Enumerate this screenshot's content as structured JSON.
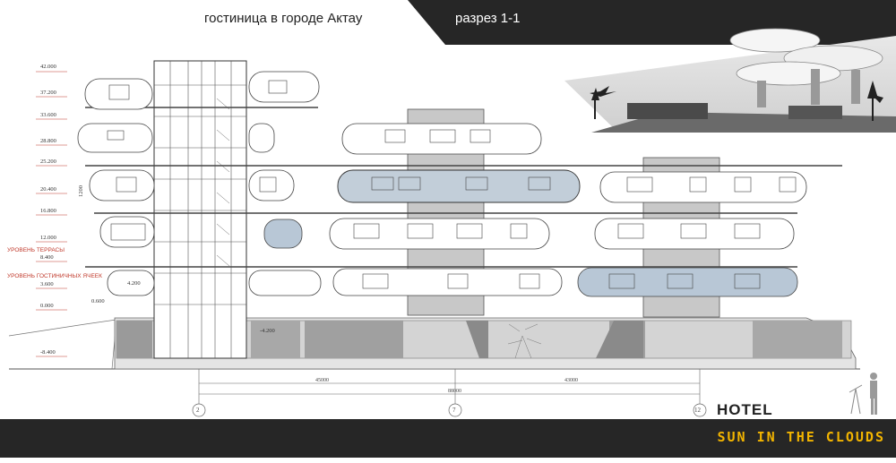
{
  "header": {
    "title": "гостиница в городе Актау",
    "section": "разрез 1-1"
  },
  "levels": [
    {
      "label": "42.000"
    },
    {
      "label": "37.200"
    },
    {
      "label": "33.600"
    },
    {
      "label": "28.800"
    },
    {
      "label": "25.200"
    },
    {
      "label": "20.400"
    },
    {
      "label": "16.800"
    },
    {
      "label": "12.000"
    },
    {
      "label": "8.400"
    },
    {
      "label": "3.600"
    },
    {
      "label": "0.000"
    },
    {
      "label": "-8.400"
    }
  ],
  "annotations": {
    "terrace": "УРОВЕНЬ ТЕРРАСЫ",
    "cells": "УРОВЕНЬ ГОСТИНИЧНЫХ ЯЧЕЕК",
    "mark_4200": "4.200",
    "mark_0600": "0.600",
    "mark_neg4200": "-4.200",
    "mark_1200": "1200"
  },
  "dimensions": {
    "left_span": "45000",
    "right_span": "43000",
    "total_span": "88000"
  },
  "axes": [
    "2",
    "7",
    "12"
  ],
  "footer": {
    "hotel": "HOTEL",
    "tagline": "SUN IN THE CLOUDS"
  },
  "colors": {
    "dark_band": "#262626",
    "accent_yellow": "#f2b400",
    "level_red": "#c0392b",
    "blue_capsule": "#b8c7d6",
    "grey_core": "#c8c8c8"
  }
}
